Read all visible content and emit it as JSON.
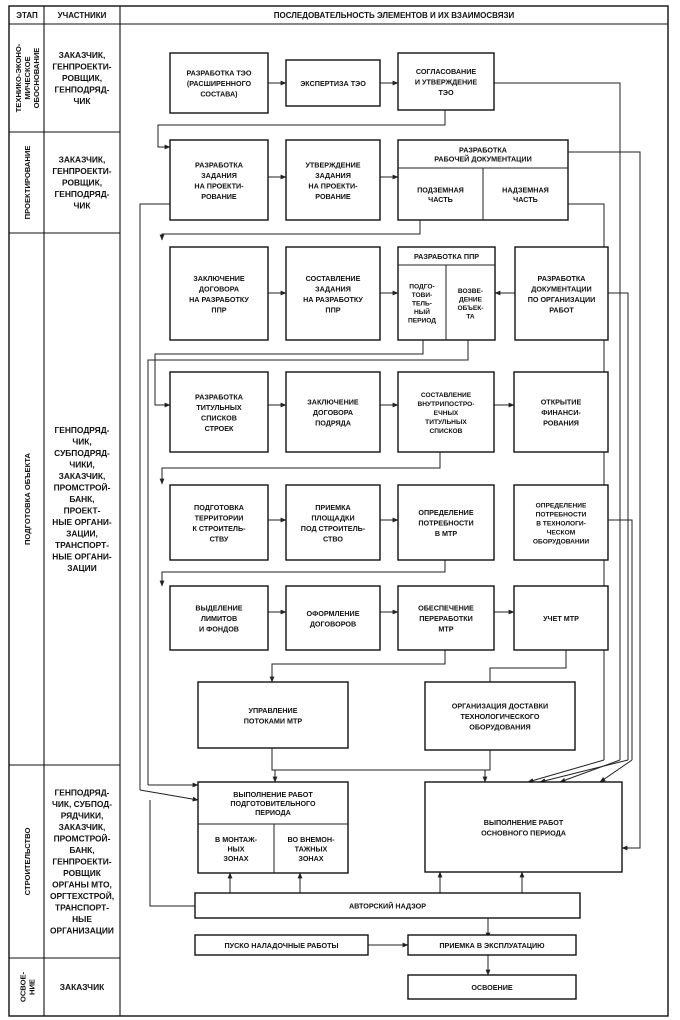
{
  "header": {
    "col_stage": "ЭТАП",
    "col_participants": "УЧАСТНИКИ",
    "col_sequence": "ПОСЛЕДОВАТЕЛЬНОСТЬ ЭЛЕМЕНТОВ И ИХ ВЗАИМОСВЯЗИ"
  },
  "stages": [
    {
      "id": "feasibility",
      "lines": [
        "ТЕХНИКО-ЭКОНО-",
        "МИЧЕСКОЕ",
        "ОБОСНОВАНИЕ"
      ],
      "participants": [
        "ЗАКАЗЧИК,",
        "ГЕНПРОЕКТИ-",
        "РОВЩИК,",
        "ГЕНПОДРЯД-",
        "ЧИК"
      ]
    },
    {
      "id": "design",
      "lines": [
        "ПРОЕКТИРОВАНИЕ"
      ],
      "participants": [
        "ЗАКАЗЧИК,",
        "ГЕНПРОЕКТИ-",
        "РОВЩИК,",
        "ГЕНПОДРЯД-",
        "ЧИК"
      ]
    },
    {
      "id": "preparation",
      "lines": [
        "ПОДГОТОВКА ОБЪЕКТА"
      ],
      "participants": [
        "ГЕНПОДРЯД-",
        "ЧИК,",
        "СУБПОДРЯД-",
        "ЧИКИ,",
        "ЗАКАЗЧИК,",
        "ПРОМСТРОЙ-",
        "БАНК,",
        "ПРОЕКТ-",
        "НЫЕ ОРГАНИ-",
        "ЗАЦИИ,",
        "ТРАНСПОРТ-",
        "НЫЕ ОРГАНИ-",
        "ЗАЦИИ"
      ]
    },
    {
      "id": "construction",
      "lines": [
        "СТРОИТЕЛЬСТВО"
      ],
      "participants": [
        "ГЕНПОДРЯД-",
        "ЧИК, СУБПОД-",
        "РЯДЧИКИ,",
        "ЗАКАЗЧИК,",
        "ПРОМСТРОЙ-",
        "БАНК,",
        "ГЕНПРОЕКТИ-",
        "РОВЩИК",
        "ОРГАНЫ МТО,",
        "ОРГТЕХСТРОЙ,",
        "ТРАНСПОРТ-",
        "НЫЕ",
        "ОРГАНИЗАЦИИ"
      ]
    },
    {
      "id": "mastering",
      "lines": [
        "ОСВОЕ-",
        "НИЕ"
      ],
      "participants": [
        "ЗАКАЗЧИК"
      ]
    }
  ],
  "boxes": {
    "b1": [
      "РАЗРАБОТКА ТЭО",
      "(РАСШИРЕННОГО",
      "СОСТАВА)"
    ],
    "b2": [
      "ЭКСПЕРТИЗА ТЭО"
    ],
    "b3": [
      "СОГЛАСОВАНИЕ",
      "И УТВЕРЖДЕНИЕ",
      "ТЭО"
    ],
    "b4": [
      "РАЗРАБОТКА",
      "ЗАДАНИЯ",
      "НА ПРОЕКТИ-",
      "РОВАНИЕ"
    ],
    "b5": [
      "УТВЕРЖДЕНИЕ",
      "ЗАДАНИЯ",
      "НА ПРОЕКТИ-",
      "РОВАНИЕ"
    ],
    "b6": [
      "РАЗРАБОТКА",
      "РАБОЧЕЙ ДОКУМЕНТАЦИИ"
    ],
    "b6a": [
      "ПОДЗЕМНАЯ",
      "ЧАСТЬ"
    ],
    "b6b": [
      "НАДЗЕМНАЯ",
      "ЧАСТЬ"
    ],
    "b7": [
      "ЗАКЛЮЧЕНИЕ",
      "ДОГОВОРА",
      "НА РАЗРАБОТКУ",
      "ППР"
    ],
    "b8": [
      "СОСТАВЛЕНИЕ",
      "ЗАДАНИЯ",
      "НА РАЗРАБОТКУ",
      "ППР"
    ],
    "b9": [
      "РАЗРАБОТКА ППР"
    ],
    "b9a": [
      "ПОДГО-",
      "ТОВИ-",
      "ТЕЛЬ-",
      "НЫЙ",
      "ПЕРИОД"
    ],
    "b9b": [
      "ВОЗВЕ-",
      "ДЕНИЕ",
      "ОБЪЕК-",
      "ТА"
    ],
    "b10": [
      "РАЗРАБОТКА",
      "ДОКУМЕНТАЦИИ",
      "ПО ОРГАНИЗАЦИИ",
      "РАБОТ"
    ],
    "b11": [
      "РАЗРАБОТКА",
      "ТИТУЛЬНЫХ",
      "СПИСКОВ",
      "СТРОЕК"
    ],
    "b12": [
      "ЗАКЛЮЧЕНИЕ",
      "ДОГОВОРА",
      "ПОДРЯДА"
    ],
    "b13": [
      "СОСТАВЛЕНИЕ",
      "ВНУТРИПОСТРО-",
      "ЕЧНЫХ",
      "ТИТУЛЬНЫХ",
      "СПИСКОВ"
    ],
    "b14": [
      "ОТКРЫТИЕ",
      "ФИНАНСИ-",
      "РОВАНИЯ"
    ],
    "b15": [
      "ПОДГОТОВКА",
      "ТЕРРИТОРИИ",
      "К СТРОИТЕЛЬ-",
      "СТВУ"
    ],
    "b16": [
      "ПРИЕМКА",
      "ПЛОЩАДКИ",
      "ПОД СТРОИТЕЛЬ-",
      "СТВО"
    ],
    "b17": [
      "ОПРЕДЕЛЕНИЕ",
      "ПОТРЕБНОСТИ",
      "В МТР"
    ],
    "b18": [
      "ОПРЕДЕЛЕНИЕ",
      "ПОТРЕБНОСТИ",
      "В ТЕХНОЛОГИ-",
      "ЧЕСКОМ",
      "ОБОРУДОВАНИИ"
    ],
    "b19": [
      "ВЫДЕЛЕНИЕ",
      "ЛИМИТОВ",
      "И ФОНДОВ"
    ],
    "b20": [
      "ОФОРМЛЕНИЕ",
      "ДОГОВОРОВ"
    ],
    "b21": [
      "ОБЕСПЕЧЕНИЕ",
      "ПЕРЕРАБОТКИ",
      "МТР"
    ],
    "b22": [
      "УЧЕТ МТР"
    ],
    "b23": [
      "УПРАВЛЕНИЕ",
      "ПОТОКАМИ МТР"
    ],
    "b24": [
      "ОРГАНИЗАЦИЯ ДОСТАВКИ",
      "ТЕХНОЛОГИЧЕСКОГО",
      "ОБОРУДОВАНИЯ"
    ],
    "b25": [
      "ВЫПОЛНЕНИЕ РАБОТ",
      "ПОДГОТОВИТЕЛЬНОГО",
      "ПЕРИОДА"
    ],
    "b25a": [
      "В МОНТАЖ-",
      "НЫХ",
      "ЗОНАХ"
    ],
    "b25b": [
      "ВО ВНЕМОН-",
      "ТАЖНЫХ",
      "ЗОНАХ"
    ],
    "b26": [
      "ВЫПОЛНЕНИЕ РАБОТ",
      "ОСНОВНОГО ПЕРИОДА"
    ],
    "b27": [
      "АВТОРСКИЙ НАДЗОР"
    ],
    "b28": [
      "ПУСКО НАЛАДОЧНЫЕ РАБОТЫ"
    ],
    "b29": [
      "ПРИЕМКА В ЭКСПЛУАТАЦИЮ"
    ],
    "b30": [
      "ОСВОЕНИЕ"
    ]
  }
}
